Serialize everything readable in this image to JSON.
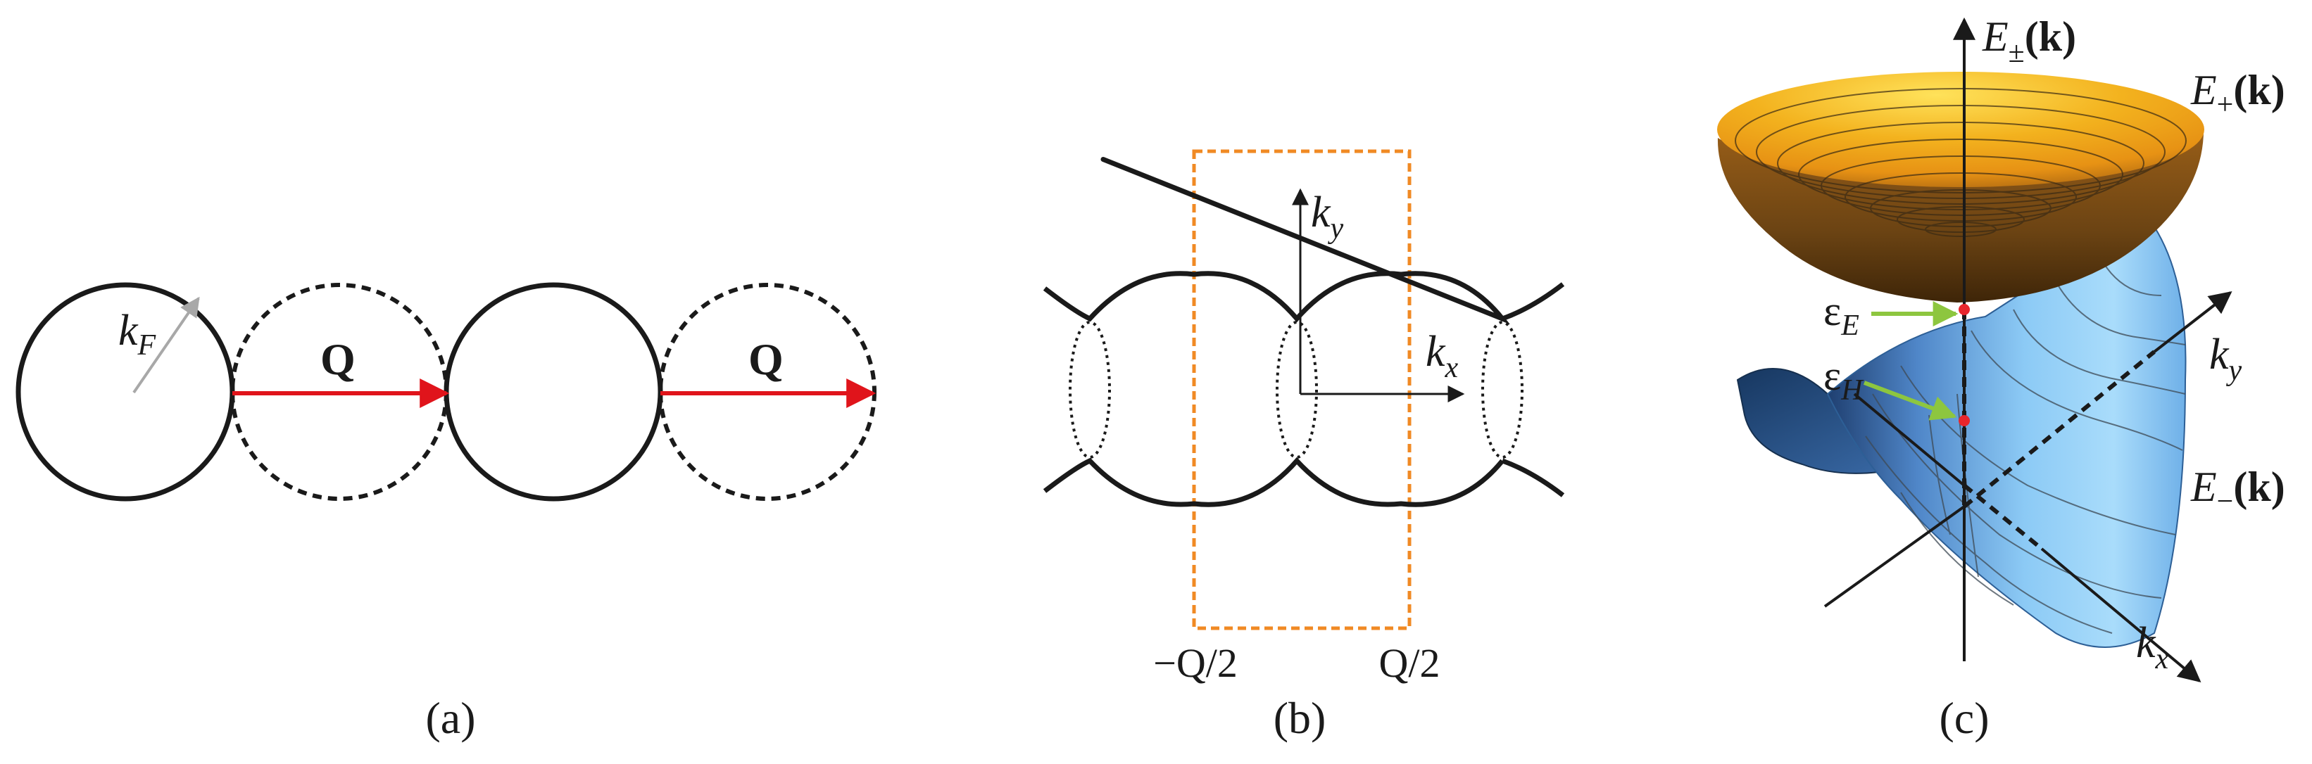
{
  "panels": [
    {
      "id": "a",
      "caption": "(a)",
      "radius_label": {
        "main": "k",
        "sub": "F"
      },
      "vector_labels": [
        "Q",
        "Q"
      ]
    },
    {
      "id": "b",
      "caption": "(b)",
      "axis_x": {
        "main": "k",
        "sub": "x"
      },
      "axis_y": {
        "main": "k",
        "sub": "y"
      },
      "tick_left": "−Q/2",
      "tick_right": "Q/2"
    },
    {
      "id": "c",
      "caption": "(c)",
      "axis_e": {
        "main": "E",
        "sub": "±",
        "arg": "(k)"
      },
      "axis_kx": {
        "main": "k",
        "sub": "x"
      },
      "axis_ky": {
        "main": "k",
        "sub": "y"
      },
      "upper_band": {
        "main": "E",
        "sub": "+",
        "arg": "(k)"
      },
      "lower_band": {
        "main": "E",
        "sub": "−",
        "arg": "(k)"
      },
      "point_e": {
        "main": "ε",
        "sub": "E"
      },
      "point_h": {
        "main": "ε",
        "sub": "H"
      }
    }
  ],
  "colors": {
    "ink": "#1a1a1a",
    "vector_red": "#e0141b",
    "radius_gray": "#a8a8a8",
    "zone_orange": "#f08a24",
    "pointer_green": "#8dc63f",
    "point_red": "#e8262c",
    "upper_band_gold": "#f3b21e",
    "upper_band_dark": "#6b4313",
    "lower_band_blue": "#7cc3f3",
    "lower_band_dark": "#1f3f70"
  }
}
